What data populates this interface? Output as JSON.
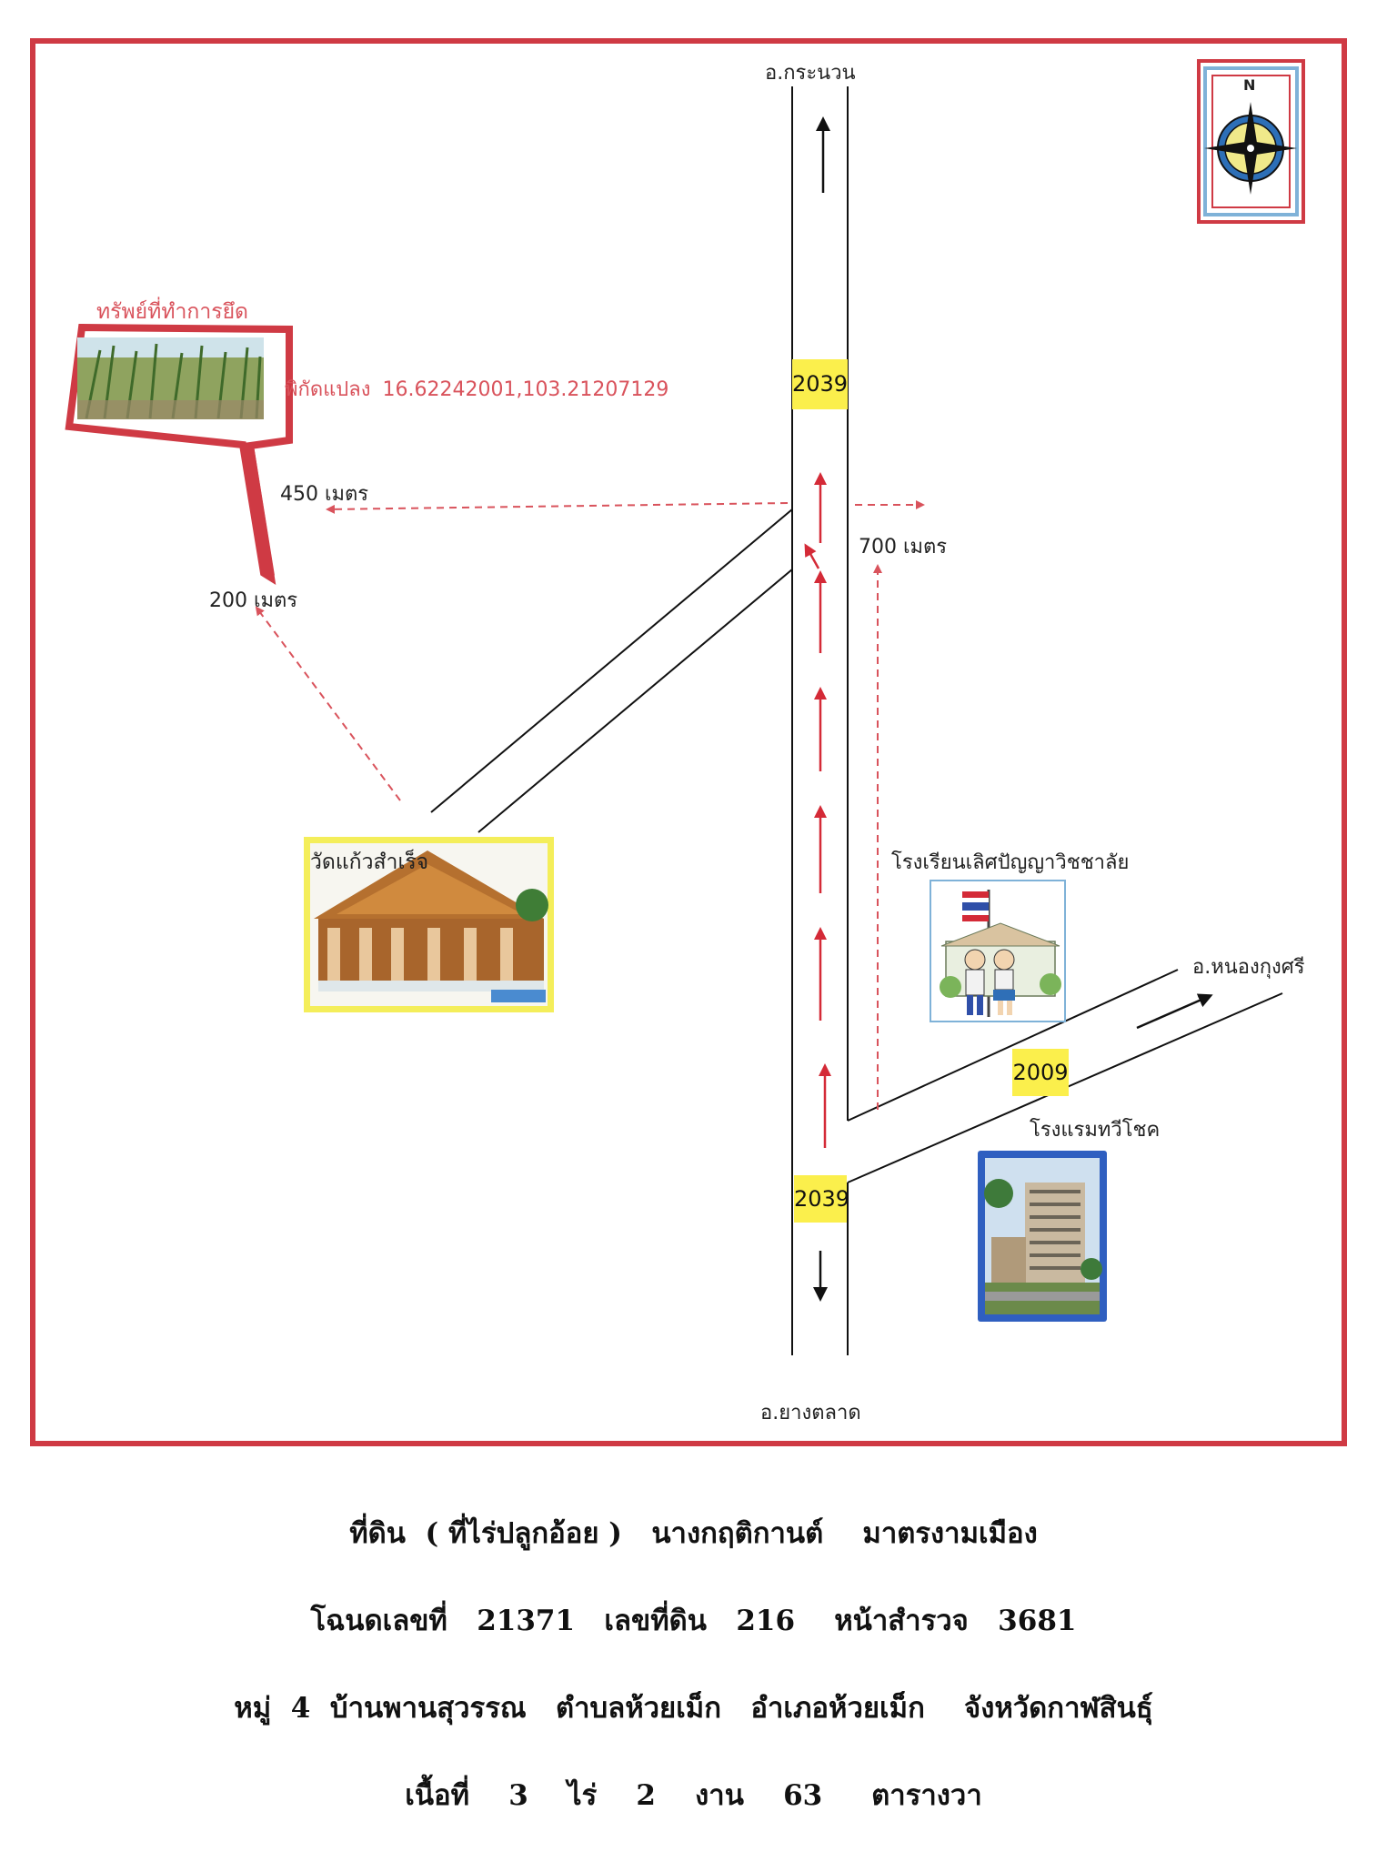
{
  "map": {
    "town_north": "อ.กระนวน",
    "town_south": "อ.ยางตลาด",
    "town_east": "อ.หนองกุงศรี",
    "route_main": "2039",
    "route_main_south": "2039",
    "route_east": "2009",
    "property_title": "ทรัพย์ที่ทำการยึด",
    "coords_label": "พิกัดแปลง",
    "coords_value": "16.62242001,103.21207129",
    "dist_450": "450 เมตร",
    "dist_700": "700 เมตร",
    "dist_200": "200 เมตร",
    "temple_name": "วัดแก้วสำเร็จ",
    "school_name": "โรงเรียนเลิศปัญญาวิชชาลัย",
    "hotel_name": "โรงแรมทวีโชค",
    "compass_letter": "N",
    "colors": {
      "frame": "#cf3a44",
      "dashed_arrow": "#d9535c",
      "route_badge": "#fbef4c",
      "temple_border": "#f4ee5a",
      "hotel_border": "#2f5fc0"
    }
  },
  "caption": {
    "line1": "ที่ดิน  ( ที่ไร่ปลูกอ้อย )   นางกฤติกานต์    มาตรงามเมือง",
    "line2": "โฉนดเลขที่   21371   เลขที่ดิน   216    หน้าสำรวจ   3681",
    "line3": "หมู่  4  บ้านพานสุวรรณ   ตำบลห้วยเม็ก   อำเภอห้วยเม็ก    จังหวัดกาฬสินธุ์",
    "line4": "เนื้อที่    3    ไร่    2    งาน    63     ตารางวา"
  }
}
